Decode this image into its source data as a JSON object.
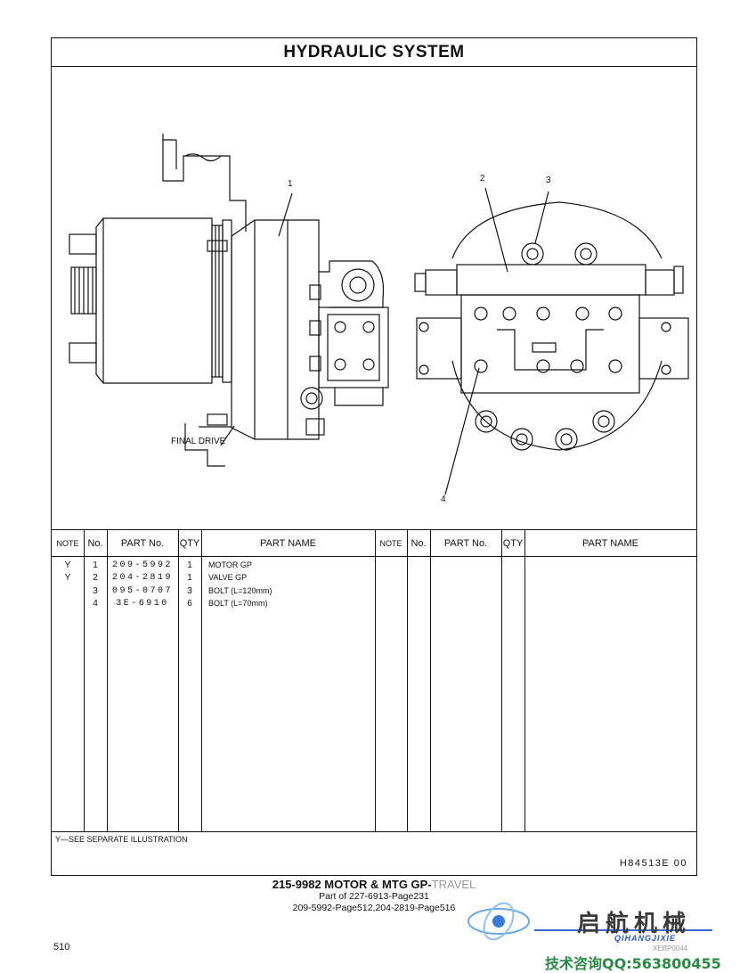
{
  "page": {
    "title": "HYDRAULIC  SYSTEM",
    "page_number": "510"
  },
  "illustration": {
    "callouts": [
      "1",
      "2",
      "3",
      "4"
    ],
    "label_final_drive": "FINAL DRIVE"
  },
  "table": {
    "headers_left": [
      "NOTE",
      "No.",
      "PART No.",
      "QTY",
      "PART NAME"
    ],
    "headers_right": [
      "NOTE",
      "No.",
      "PART No.",
      "QTY",
      "PART NAME"
    ],
    "rows": [
      {
        "note": "Y",
        "no": "1",
        "part": "209-5992",
        "qty": "1",
        "name": "MOTOR  GP"
      },
      {
        "note": "Y",
        "no": "2",
        "part": "204-2819",
        "qty": "1",
        "name": "VALVE  GP"
      },
      {
        "note": "",
        "no": "3",
        "part": "095-0707",
        "qty": "3",
        "name": "BOLT (L=120mm)"
      },
      {
        "note": "",
        "no": "4",
        "part": "3E-6910",
        "qty": "6",
        "name": "BOLT (L=70mm)"
      }
    ]
  },
  "footer": {
    "note": "Y—SEE  SEPARATE  ILLUSTRATION",
    "code": "H84513E    00"
  },
  "caption": {
    "title_main": "215-9982  MOTOR  &  MTG  GP-",
    "title_suffix": "TRAVEL",
    "line1": "Part of 227-6913-Page231",
    "line2": "209-5992-Page512,204-2819-Page516"
  },
  "watermark": {
    "cn_name": "启航机械",
    "pinyin": "QIHANGJIXIE",
    "code": "XEBP0044",
    "contact": "技术咨询QQ:563800455"
  }
}
